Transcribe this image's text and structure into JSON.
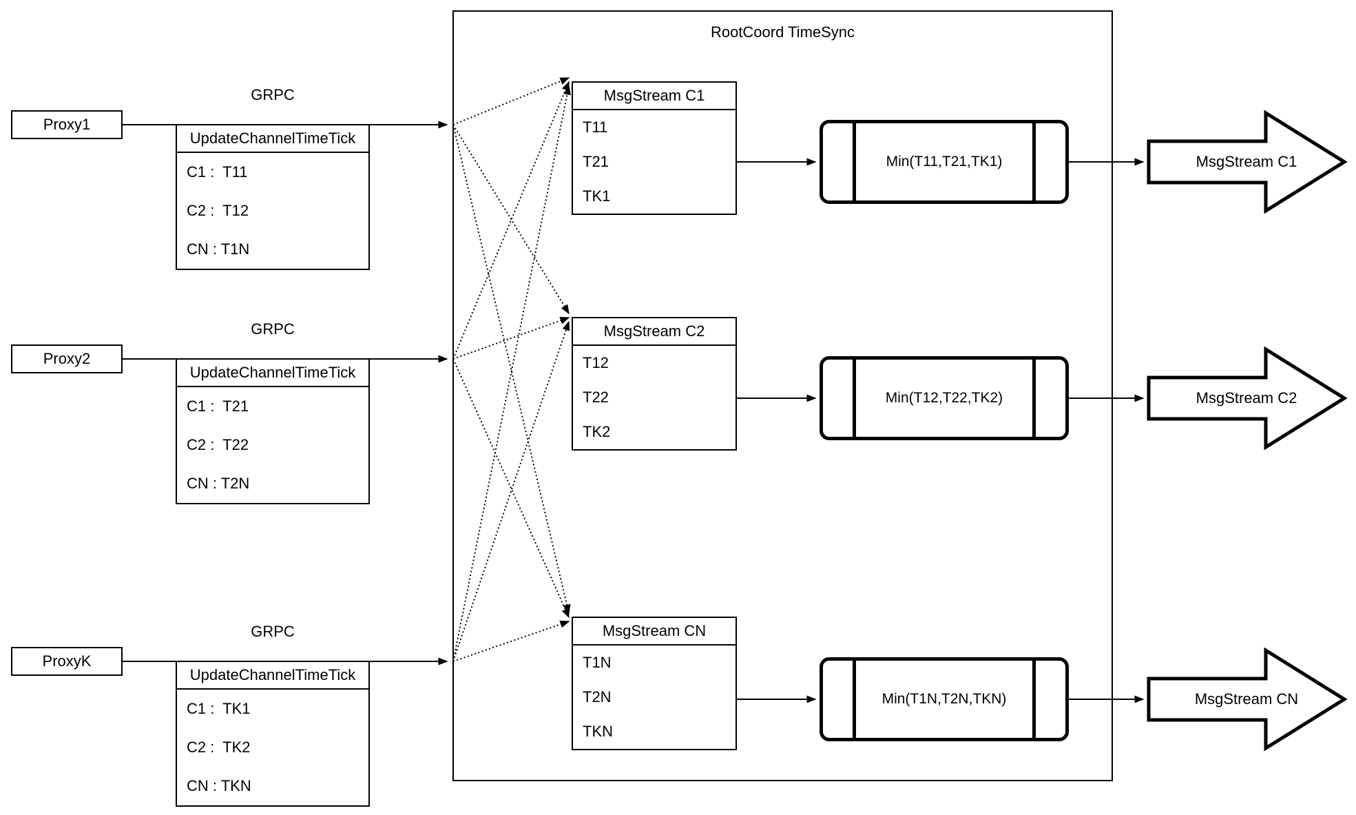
{
  "rootcoord": {
    "title": "RootCoord TimeSync"
  },
  "labels": {
    "grpc": "GRPC",
    "update_channel_time_tick": "UpdateChannelTimeTick"
  },
  "proxies": [
    {
      "name": "Proxy1",
      "rows": [
        "C1 :  T11",
        "C2 :  T12",
        "CN : T1N"
      ]
    },
    {
      "name": "Proxy2",
      "rows": [
        "C1 :  T21",
        "C2 :  T22",
        "CN : T2N"
      ]
    },
    {
      "name": "ProxyK",
      "rows": [
        "C1 :  TK1",
        "C2 :  TK2",
        "CN : TKN"
      ]
    }
  ],
  "streams": [
    {
      "table_title": "MsgStream C1",
      "rows": [
        "T11",
        "T21",
        "TK1"
      ],
      "min_label": "Min(T11,T21,TK1)",
      "output_label": "MsgStream C1"
    },
    {
      "table_title": "MsgStream C2",
      "rows": [
        "T12",
        "T22",
        "TK2"
      ],
      "min_label": "Min(T12,T22,TK2)",
      "output_label": "MsgStream C2"
    },
    {
      "table_title": "MsgStream CN",
      "rows": [
        "T1N",
        "T2N",
        "TKN"
      ],
      "min_label": "Min(T1N,T2N,TKN)",
      "output_label": "MsgStream CN"
    }
  ],
  "colors": {
    "stroke": "#000000",
    "background": "#ffffff"
  }
}
